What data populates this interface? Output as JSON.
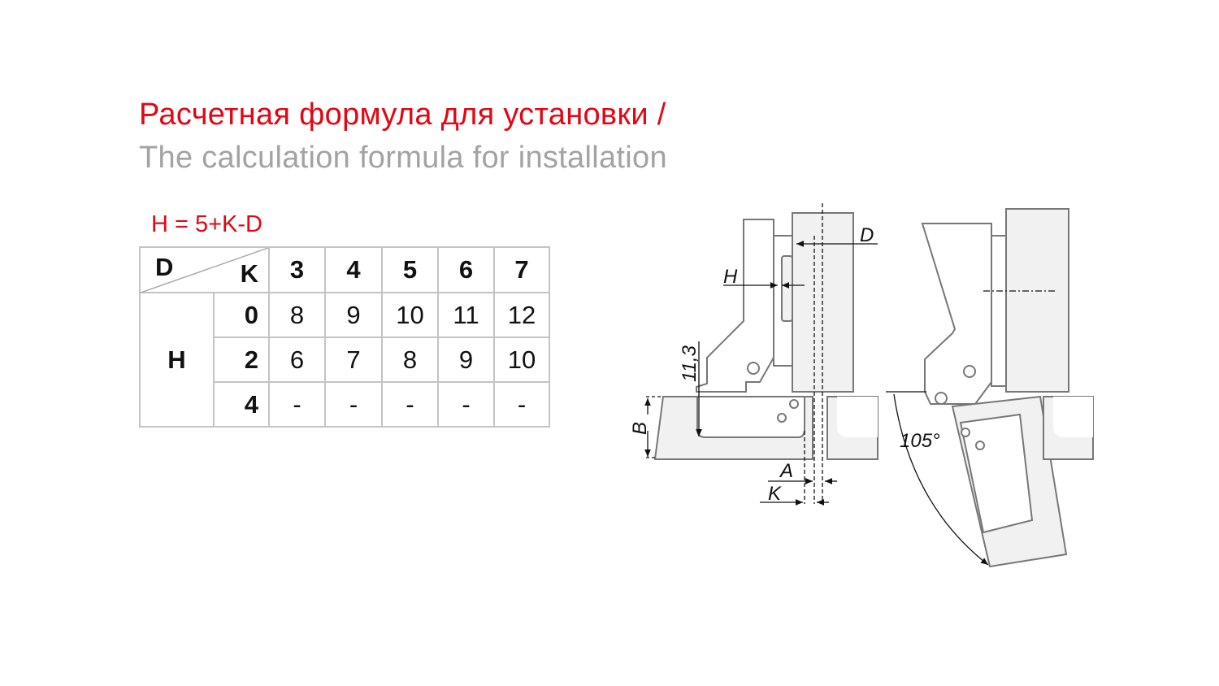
{
  "title": {
    "ru": "Расчетная формула для установки /",
    "en": "The calculation formula for installation"
  },
  "formula": "H = 5+K-D",
  "table": {
    "corner_row_label": "D",
    "corner_col_label": "K",
    "row_group_label": "H",
    "d_values": [
      "3",
      "4",
      "5",
      "6",
      "7"
    ],
    "rows": [
      {
        "k": "0",
        "values": [
          "8",
          "9",
          "10",
          "11",
          "12"
        ]
      },
      {
        "k": "2",
        "values": [
          "6",
          "7",
          "8",
          "9",
          "10"
        ]
      },
      {
        "k": "4",
        "values": [
          "-",
          "-",
          "-",
          "-",
          "-"
        ]
      }
    ]
  },
  "diagram": {
    "labels": {
      "d": "D",
      "h": "H",
      "height": "11,3",
      "b": "B",
      "a": "A",
      "k": "K",
      "angle": "105°"
    }
  },
  "colors": {
    "accent": "#e30613",
    "subtitle": "#a3a3a3",
    "line": "#6e6e6e",
    "wood": "#f1f1f1"
  }
}
